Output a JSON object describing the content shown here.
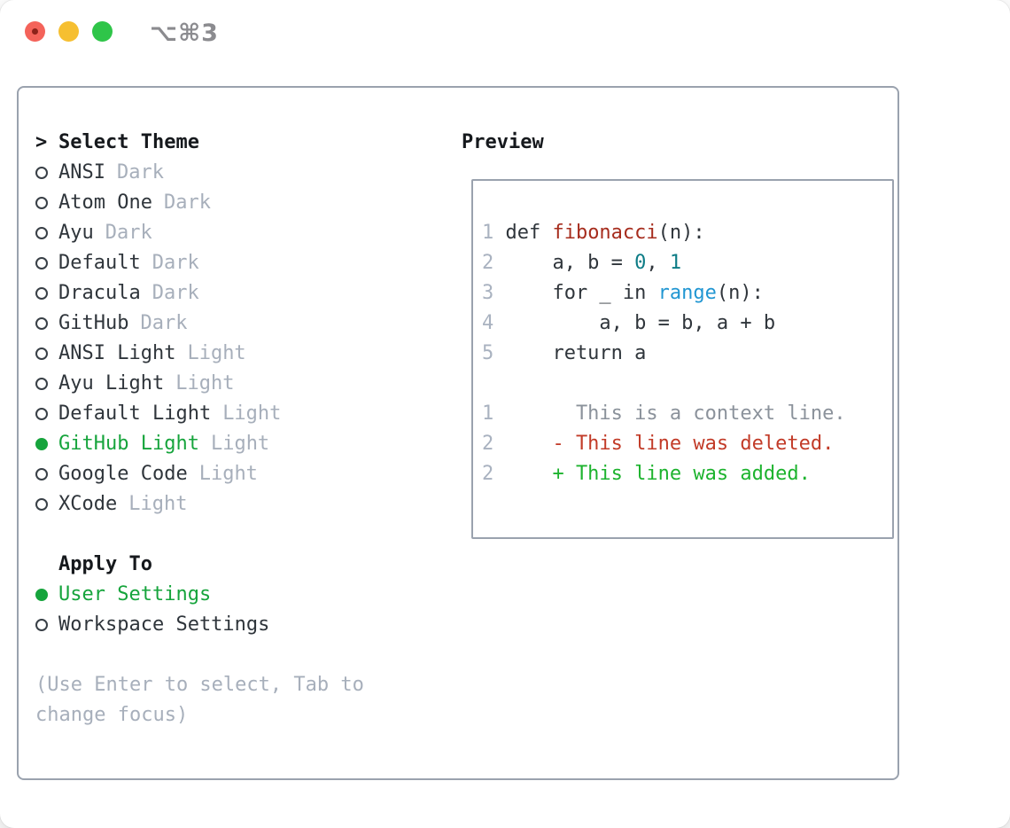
{
  "window": {
    "title": "⌥⌘3",
    "traffic_lights": [
      {
        "name": "close",
        "color_key": "lightred"
      },
      {
        "name": "minimize",
        "color_key": "lightyellow"
      },
      {
        "name": "zoom",
        "color_key": "lightgreen"
      }
    ]
  },
  "theme_picker": {
    "prompt": ">",
    "title": "Select Theme",
    "themes": [
      {
        "name": "ANSI",
        "variant": "Dark",
        "selected": false
      },
      {
        "name": "Atom One",
        "variant": "Dark",
        "selected": false
      },
      {
        "name": "Ayu",
        "variant": "Dark",
        "selected": false
      },
      {
        "name": "Default",
        "variant": "Dark",
        "selected": false
      },
      {
        "name": "Dracula",
        "variant": "Dark",
        "selected": false
      },
      {
        "name": "GitHub",
        "variant": "Dark",
        "selected": false
      },
      {
        "name": "ANSI Light",
        "variant": "Light",
        "selected": false
      },
      {
        "name": "Ayu Light",
        "variant": "Light",
        "selected": false
      },
      {
        "name": "Default Light",
        "variant": "Light",
        "selected": false
      },
      {
        "name": "GitHub Light",
        "variant": "Light",
        "selected": true
      },
      {
        "name": "Google Code",
        "variant": "Light",
        "selected": false
      },
      {
        "name": "XCode",
        "variant": "Light",
        "selected": false
      }
    ],
    "apply_to": {
      "title": "Apply To",
      "options": [
        {
          "name": "User Settings",
          "selected": true
        },
        {
          "name": "Workspace Settings",
          "selected": false
        }
      ]
    },
    "hint": "(Use Enter to select, Tab to change focus)"
  },
  "preview": {
    "title": "Preview",
    "code_lines": [
      {
        "num": "1",
        "tokens": [
          [
            "def ",
            "fg"
          ],
          [
            "fibonacci",
            "fn"
          ],
          [
            "(n):",
            "fg"
          ]
        ]
      },
      {
        "num": "2",
        "tokens": [
          [
            "    a, b = ",
            "fg"
          ],
          [
            "0",
            "num"
          ],
          [
            ", ",
            "fg"
          ],
          [
            "1",
            "num"
          ]
        ]
      },
      {
        "num": "3",
        "tokens": [
          [
            "    for _ in ",
            "fg"
          ],
          [
            "range",
            "call"
          ],
          [
            "(n):",
            "fg"
          ]
        ]
      },
      {
        "num": "4",
        "tokens": [
          [
            "        a, b = b, a + b",
            "fg"
          ]
        ]
      },
      {
        "num": "5",
        "tokens": [
          [
            "    return a",
            "fg"
          ]
        ]
      }
    ],
    "diff_lines": [
      {
        "num": "1",
        "tokens": [
          [
            "      This is a context line.",
            "ctx"
          ]
        ]
      },
      {
        "num": "2",
        "tokens": [
          [
            "    - This line was deleted.",
            "del"
          ]
        ]
      },
      {
        "num": "2",
        "tokens": [
          [
            "    + This line was added.",
            "add"
          ]
        ]
      }
    ]
  },
  "colors": {
    "fg": "#2f353b",
    "heading": "#16191d",
    "muted": "#a7afbb",
    "accent": "#16a43c",
    "border": "#9aa2ae",
    "ln": "#a9b2c0",
    "codefn": "#a62c1d",
    "codenum": "#0d7c86",
    "codecall": "#2196d2",
    "diffctx": "#8b929b",
    "diffdel": "#c23b28",
    "diffadd": "#1db32e",
    "circle": "#383f46",
    "titlegray": "#8b8b8f",
    "lightred": "#f4635a",
    "lightyellow": "#f6bf31",
    "lightgreen": "#2fc549",
    "lightreddot": "#8c221a"
  }
}
